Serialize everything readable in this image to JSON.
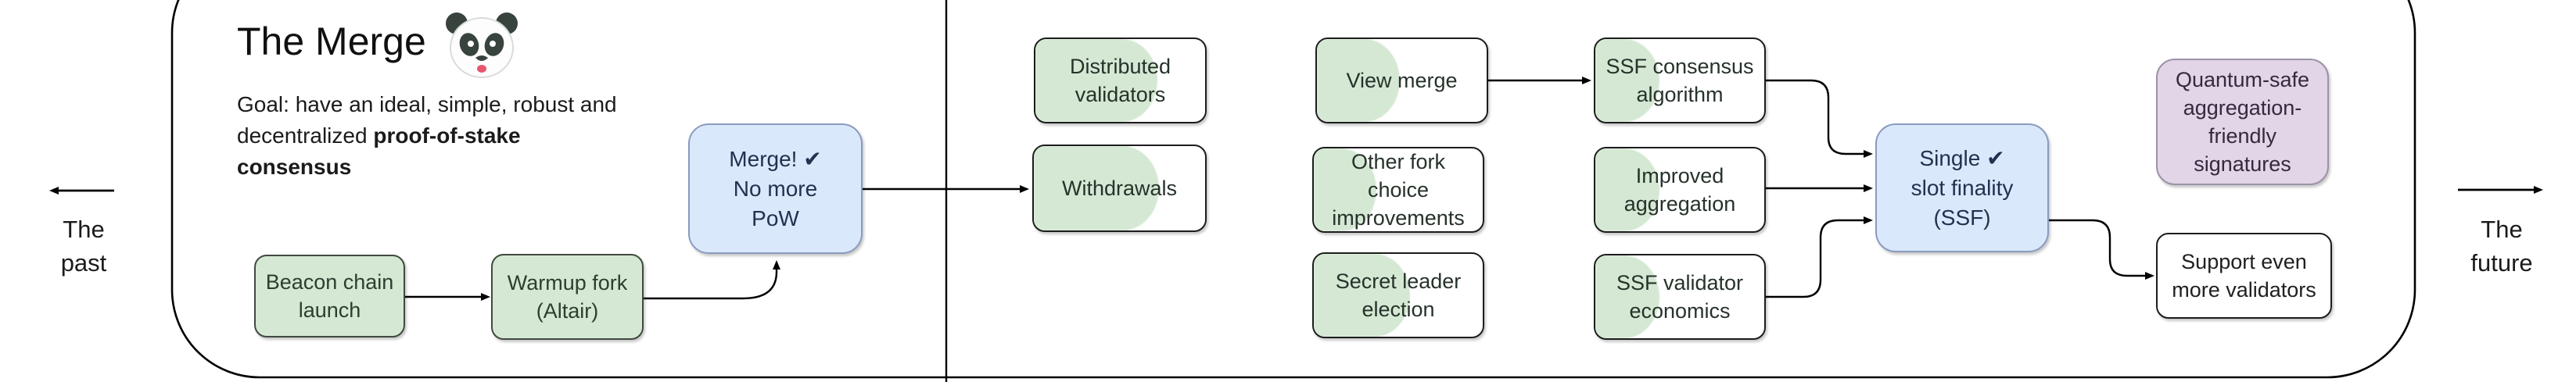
{
  "diagram": {
    "title": "The Merge",
    "goal_text": "Goal: have an ideal, simple, robust and decentralized ",
    "goal_bold": "proof-of-stake consensus",
    "timeline": {
      "past": "The\npast",
      "future": "The\nfuture"
    }
  },
  "colors": {
    "done_green_fill": "#d5e8d4",
    "progress_green_fill": "#d5e8d4",
    "milestone_blue_fill": "#dae8fc",
    "future_purple_fill": "#e1d5e7",
    "plain_white_fill": "#ffffff",
    "line_black": "#000000"
  },
  "nodes": {
    "beacon_chain_launch": {
      "label": "Beacon chain\nlaunch"
    },
    "warmup_fork": {
      "label": "Warmup fork\n(Altair)"
    },
    "merge": {
      "label": "Merge! ✔\nNo more\nPoW"
    },
    "distributed_validators": {
      "label": "Distributed\nvalidators",
      "fill_pct": 72
    },
    "withdrawals": {
      "label": "Withdrawals",
      "fill_pct": 73
    },
    "view_merge": {
      "label": "View merge",
      "fill_pct": 49
    },
    "other_fork_choice": {
      "label": "Other fork\nchoice\nimprovements",
      "fill_pct": 37
    },
    "secret_leader_election": {
      "label": "Secret leader\nelection",
      "fill_pct": 57
    },
    "ssf_consensus_algorithm": {
      "label": "SSF consensus\nalgorithm",
      "fill_pct": 38
    },
    "improved_aggregation": {
      "label": "Improved\naggregation",
      "fill_pct": 38
    },
    "ssf_validator_economics": {
      "label": "SSF validator\neconomics",
      "fill_pct": 38
    },
    "single_slot_finality": {
      "label": "Single ✔\nslot finality\n(SSF)"
    },
    "quantum_safe_signatures": {
      "label": "Quantum-safe\naggregation-\nfriendly\nsignatures"
    },
    "support_more_validators": {
      "label": "Support even\nmore validators"
    }
  }
}
